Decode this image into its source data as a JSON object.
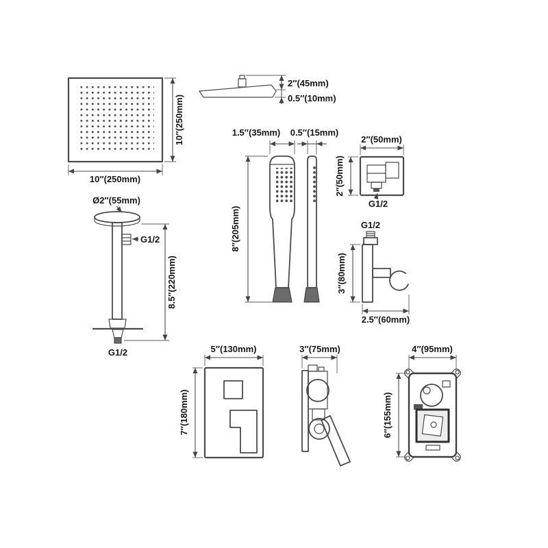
{
  "diagram": {
    "showerhead_front": {
      "width_label": "10″(250mm)",
      "height_label": "10″(250mm)"
    },
    "showerhead_side": {
      "height_label": "2″(45mm)",
      "thickness_label": "0.5″(10mm)"
    },
    "ceiling_arm": {
      "diameter_label": "Ø2″(55mm)",
      "top_thread_label": "G1/2",
      "length_label": "8.5″(220mm)",
      "bottom_thread_label": "G1/2"
    },
    "handshower": {
      "head_width_label": "1.5″(35mm)",
      "side_width_label": "0.5″(15mm)",
      "length_label": "8″(205mm)"
    },
    "wall_elbow": {
      "width_label": "2″(50mm)",
      "height_label": "2″(50mm)",
      "thread_label": "G1/2"
    },
    "holder": {
      "thread_label": "G1/2",
      "height_label": "3″(80mm)",
      "width_label": "2.5″(60mm)"
    },
    "valve_trim": {
      "width_label": "5″(130mm)",
      "height_label": "7″(180mm)"
    },
    "valve_side": {
      "width_label": "3″(75mm)"
    },
    "rough_in_valve": {
      "width_label": "4″(95mm)",
      "height_label": "6″(155mm)"
    }
  }
}
